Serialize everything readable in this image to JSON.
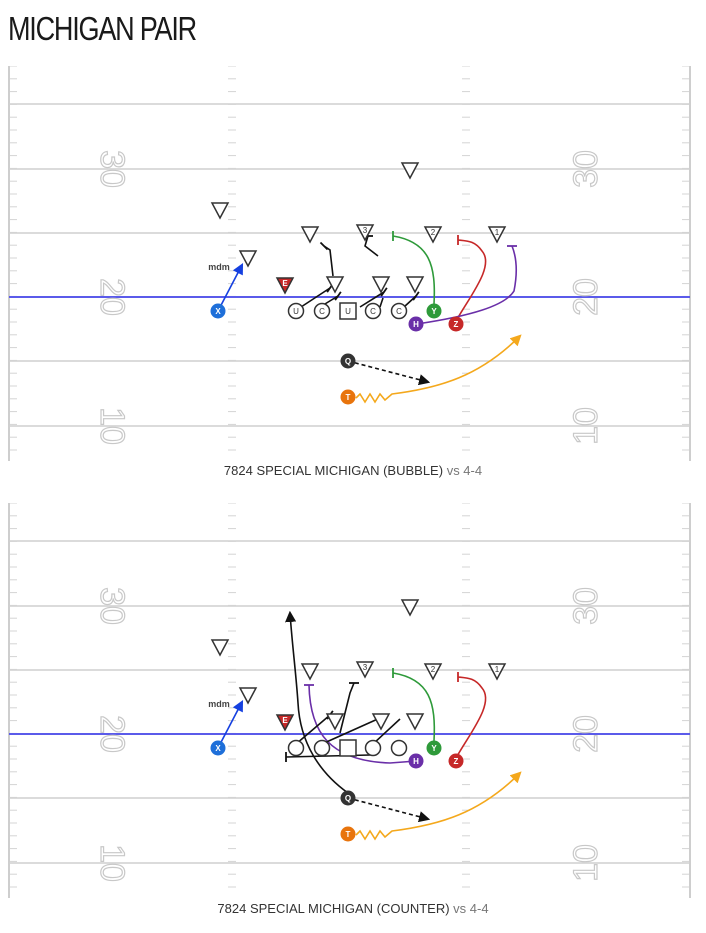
{
  "page": {
    "title": "MICHIGAN PAIR"
  },
  "colors": {
    "line_of_scrimmage": "#5b5bea",
    "field_lines": "#cfcfcf",
    "player_X": "#1e6fd9",
    "player_Y": "#2e9a3a",
    "player_Z": "#c62828",
    "player_H": "#6a2fa8",
    "player_T": "#e8740c",
    "player_Q": "#333333",
    "route_T": "#f4a81c",
    "route_X": "#1540e0",
    "defender_E": "#c62828"
  },
  "diagrams": [
    {
      "play_code": "7824 SPECIAL MICHIGAN (BUBBLE)",
      "vs_label": "vs 4-4",
      "yard_numbers": {
        "upper": "30",
        "middle": "20",
        "lower": "10"
      },
      "defense": [
        {
          "label": "",
          "role": "deep"
        },
        {
          "label": "",
          "role": "corner"
        },
        {
          "label": "",
          "role": "corner-mdm"
        },
        {
          "label": "",
          "role": "linebacker"
        },
        {
          "label": "3",
          "role": "linebacker"
        },
        {
          "label": "2",
          "role": "linebacker"
        },
        {
          "label": "1",
          "role": "linebacker"
        },
        {
          "label": "E",
          "role": "end"
        },
        {
          "label": "",
          "role": "line"
        },
        {
          "label": "",
          "role": "line"
        },
        {
          "label": "",
          "role": "line"
        }
      ],
      "offense": [
        {
          "label": "X",
          "role": "receiver"
        },
        {
          "label": "U",
          "role": "line"
        },
        {
          "label": "C",
          "role": "line"
        },
        {
          "label": "U",
          "role": "center"
        },
        {
          "label": "C",
          "role": "line"
        },
        {
          "label": "C",
          "role": "line"
        },
        {
          "label": "Y",
          "role": "tight-end"
        },
        {
          "label": "H",
          "role": "wing"
        },
        {
          "label": "Z",
          "role": "receiver"
        },
        {
          "label": "Q",
          "role": "quarterback"
        },
        {
          "label": "T",
          "role": "back"
        }
      ],
      "annotation": "mdm"
    },
    {
      "play_code": "7824 SPECIAL MICHIGAN (COUNTER)",
      "vs_label": "vs 4-4",
      "yard_numbers": {
        "upper": "30",
        "middle": "20",
        "lower": "10"
      },
      "defense": [
        {
          "label": "",
          "role": "deep"
        },
        {
          "label": "",
          "role": "corner"
        },
        {
          "label": "",
          "role": "corner-mdm"
        },
        {
          "label": "",
          "role": "linebacker"
        },
        {
          "label": "3",
          "role": "linebacker"
        },
        {
          "label": "2",
          "role": "linebacker"
        },
        {
          "label": "1",
          "role": "linebacker"
        },
        {
          "label": "E",
          "role": "end"
        },
        {
          "label": "",
          "role": "line"
        },
        {
          "label": "",
          "role": "line"
        },
        {
          "label": "",
          "role": "line"
        }
      ],
      "offense": [
        {
          "label": "X",
          "role": "receiver"
        },
        {
          "label": "",
          "role": "line"
        },
        {
          "label": "",
          "role": "line"
        },
        {
          "label": "",
          "role": "center"
        },
        {
          "label": "",
          "role": "line"
        },
        {
          "label": "",
          "role": "line"
        },
        {
          "label": "Y",
          "role": "tight-end"
        },
        {
          "label": "H",
          "role": "wing"
        },
        {
          "label": "Z",
          "role": "receiver"
        },
        {
          "label": "Q",
          "role": "quarterback"
        },
        {
          "label": "T",
          "role": "back"
        }
      ],
      "annotation": "mdm"
    }
  ]
}
